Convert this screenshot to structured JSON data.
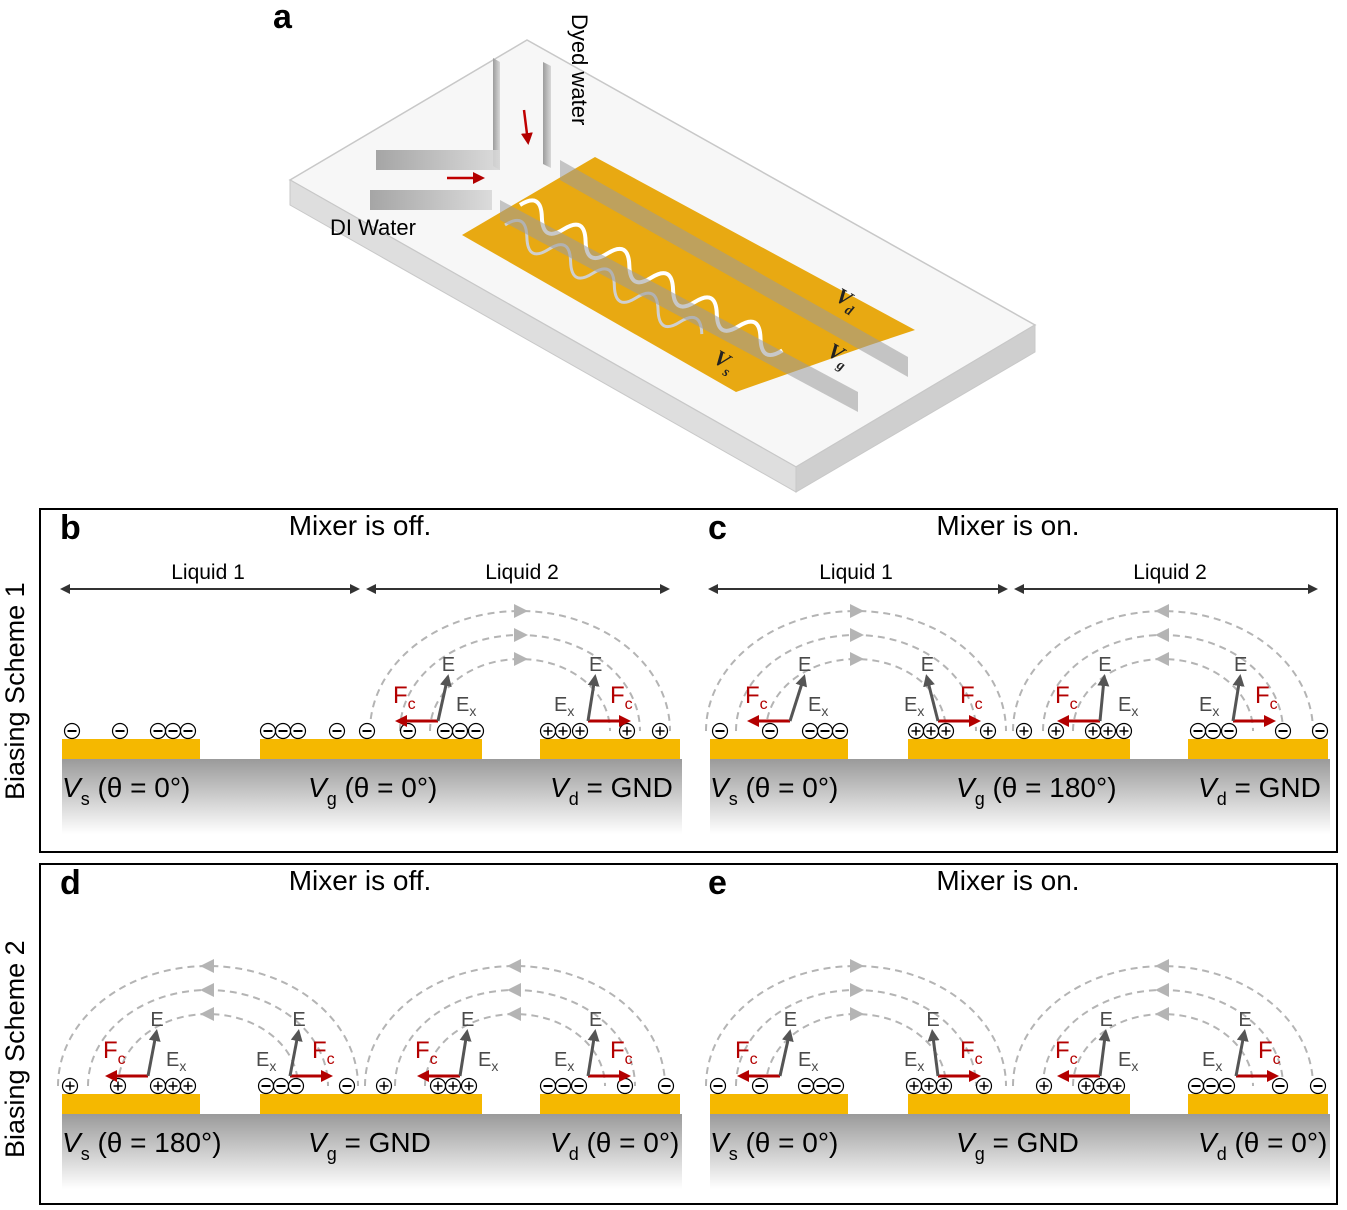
{
  "panel_a": {
    "letter": "a",
    "labels": {
      "dyed_water": "Dyed water",
      "di_water": "DI Water",
      "vd": "V",
      "vd_sub": "d",
      "vg": "V",
      "vg_sub": "g",
      "vs": "V",
      "vs_sub": "s"
    }
  },
  "scheme1": {
    "side_label": "Biasing Scheme 1",
    "panel_b": {
      "letter": "b",
      "title": "Mixer is off.",
      "liquid1": "Liquid 1",
      "liquid2": "Liquid 2",
      "electrodes": [
        {
          "sym": "V",
          "sub": "s",
          "rest": " (θ = 0°)"
        },
        {
          "sym": "V",
          "sub": "g",
          "rest": " (θ = 0°)"
        },
        {
          "sym": "V",
          "sub": "d",
          "rest": " = GND"
        }
      ]
    },
    "panel_c": {
      "letter": "c",
      "title": "Mixer is on.",
      "liquid1": "Liquid 1",
      "liquid2": "Liquid 2",
      "electrodes": [
        {
          "sym": "V",
          "sub": "s",
          "rest": " (θ = 0°)"
        },
        {
          "sym": "V",
          "sub": "g",
          "rest": " (θ = 180°)"
        },
        {
          "sym": "V",
          "sub": "d",
          "rest": " = GND"
        }
      ]
    }
  },
  "scheme2": {
    "side_label": "Biasing Scheme 2",
    "panel_d": {
      "letter": "d",
      "title": "Mixer is off.",
      "electrodes": [
        {
          "sym": "V",
          "sub": "s",
          "rest": " (θ = 180°)"
        },
        {
          "sym": "V",
          "sub": "g",
          "rest": " = GND"
        },
        {
          "sym": "V",
          "sub": "d",
          "rest": " (θ = 0°)"
        }
      ]
    },
    "panel_e": {
      "letter": "e",
      "title": "Mixer is on.",
      "electrodes": [
        {
          "sym": "V",
          "sub": "s",
          "rest": " (θ = 0°)"
        },
        {
          "sym": "V",
          "sub": "g",
          "rest": " = GND"
        },
        {
          "sym": "V",
          "sub": "d",
          "rest": " (θ = 0°)"
        }
      ]
    }
  },
  "symbols": {
    "force": "F",
    "force_sub": "c",
    "field": "E",
    "field_x": "E",
    "field_x_sub": "x",
    "plus": "+",
    "minus": "–"
  },
  "colors": {
    "electrode": "#f5b800",
    "substrate_top": "#9a9a9a",
    "force": "#b30000",
    "field": "#555555",
    "field_lines": "#b4b4b4"
  }
}
